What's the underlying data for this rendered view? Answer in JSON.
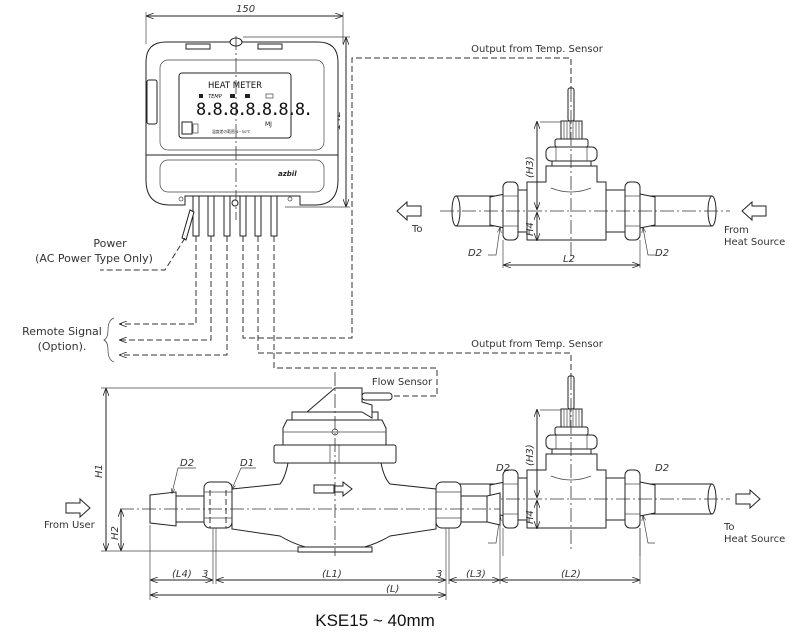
{
  "meter": {
    "display_title": "HEAT METER",
    "display_icons": "TEMP",
    "display_digits": "8.8.8.8.8.8.8.",
    "display_unit": "MJ",
    "display_note": "温度差の範囲 4~50℃",
    "brand": "azbil",
    "width_dim": "150",
    "height_dim": "142"
  },
  "labels": {
    "power": "Power",
    "power_note": "(AC Power Type Only)",
    "remote_signal": "Remote Signal",
    "remote_signal_note": "(Option).",
    "output_temp_sensor_top": "Output from Temp. Sensor",
    "output_temp_sensor_bottom": "Output from Temp. Sensor",
    "flow_sensor": "Flow Sensor",
    "to": "To",
    "from": "From",
    "heat_source": "Heat Source",
    "from_user": "From User",
    "to_bottom": "To",
    "heat_source_bottom": "Heat Source"
  },
  "dimensions": {
    "h1": "H1",
    "h2": "H2",
    "h3": "(H3)",
    "h4": "H4",
    "d1": "D1",
    "d2": "D2",
    "l": "(L)",
    "l1": "(L1)",
    "l2_top": "L2",
    "l2_bottom": "(L2)",
    "l3": "(L3)",
    "l4": "(L4)",
    "gap": "3"
  },
  "title": "KSE15 ~ 40mm",
  "colors": {
    "line": "#222222",
    "background": "#ffffff"
  }
}
